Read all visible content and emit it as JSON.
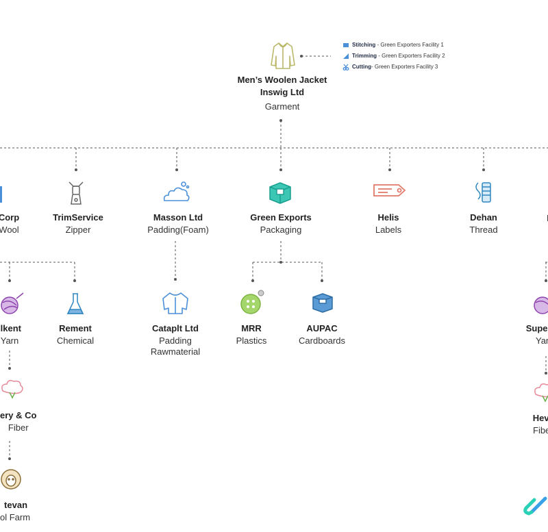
{
  "root": {
    "name1": "Men’s Woolen Jacket",
    "name2": "Inswig Ltd",
    "sub": "Garment"
  },
  "facilities": [
    {
      "op": "Stitching",
      "rest": " - Green Exporters Facility 1"
    },
    {
      "op": "Trimming",
      "rest": " - Green Exporters Facility 2"
    },
    {
      "op": "Cutting",
      "rest": "- Green Exporters Facility 3"
    }
  ],
  "level1": [
    {
      "name": "Corp",
      "sub": "Wool"
    },
    {
      "name": "TrimService",
      "sub": "Zipper"
    },
    {
      "name": "Masson Ltd",
      "sub": "Padding(Foam)"
    },
    {
      "name": "Green Exports",
      "sub": "Packaging"
    },
    {
      "name": "Helis",
      "sub": "Labels"
    },
    {
      "name": "Dehan",
      "sub": "Thread"
    },
    {
      "name": "",
      "sub": "F"
    }
  ],
  "level2": [
    {
      "name": "llkent",
      "sub": "Yarn"
    },
    {
      "name": "Rement",
      "sub": "Chemical"
    },
    {
      "name": "Cataplt Ltd",
      "sub": "Padding",
      "sub2": "Rawmaterial"
    },
    {
      "name": "MRR",
      "sub": "Plastics"
    },
    {
      "name": "AUPAC",
      "sub": "Cardboards"
    },
    {
      "name": "Supe",
      "sub": "Yar"
    }
  ],
  "level3": [
    {
      "name": "ery & Co",
      "sub": "Fiber"
    },
    {
      "name": "Hev",
      "sub": "Fibe"
    }
  ],
  "level4": [
    {
      "name": "tevan",
      "sub": "ol Farm"
    }
  ],
  "colors": {
    "line": "#555555",
    "teal": "#2bbfae",
    "blue": "#4a90d9",
    "pink": "#e58a9a",
    "purple": "#9b59b6",
    "olive": "#b9b86a",
    "green": "#8bc34a"
  },
  "icons": [
    "jacket-icon",
    "scissors-icon",
    "zipper-icon",
    "foam-icon",
    "box-icon",
    "label-icon",
    "thread-icon",
    "yarn-icon",
    "flask-icon",
    "padding-icon",
    "button-icon",
    "cardboard-icon",
    "cotton-icon",
    "sheep-icon",
    "logo-icon"
  ]
}
